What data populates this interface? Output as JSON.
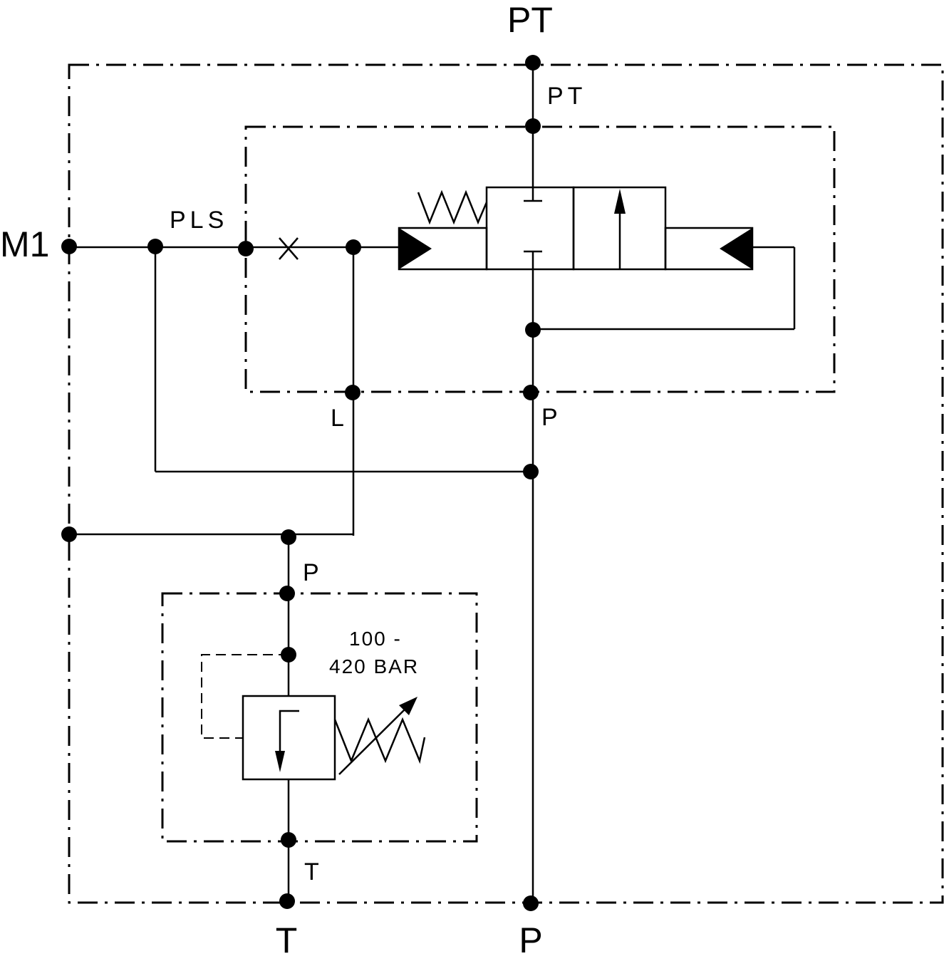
{
  "ports": {
    "pt_top": "PT",
    "m1": "M1",
    "t_bottom": "T",
    "p_bottom": "P"
  },
  "inner_labels": {
    "pt": "PT",
    "pls": "PLS",
    "l": "L",
    "p_valve": "P",
    "p_relief": "P",
    "t_relief": "T"
  },
  "relief_setting": {
    "line1": "100 -",
    "line2": "420 BAR"
  }
}
